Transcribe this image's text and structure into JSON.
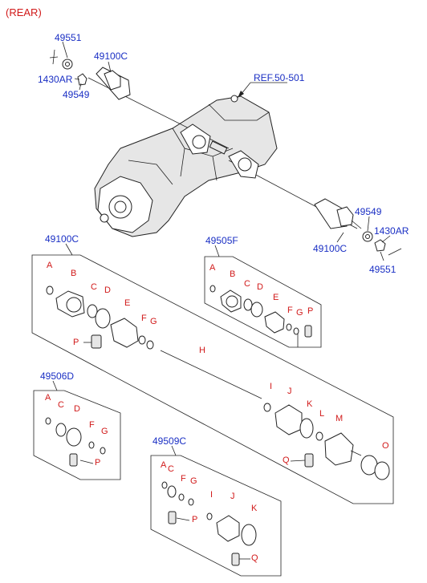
{
  "title": "(REAR)",
  "ref_label": "REF.50-501",
  "assembly_labels": {
    "top_left": {
      "bolt": "49551",
      "washer": "1430AR",
      "nut": "49549",
      "shaft": "49100C"
    },
    "top_right": {
      "nut": "49549",
      "washer": "1430AR",
      "bolt": "49551",
      "shaft": "49100C"
    },
    "panel_main": "49100C",
    "panel_kit_f": "49505F",
    "panel_kit_d": "49506D",
    "panel_kit_c": "49509C"
  },
  "part_letters": {
    "main": [
      "A",
      "B",
      "C",
      "D",
      "E",
      "F",
      "G",
      "P",
      "H",
      "I",
      "J",
      "K",
      "L",
      "M",
      "Q",
      "O"
    ],
    "kit_f": [
      "A",
      "B",
      "C",
      "D",
      "E",
      "F",
      "G",
      "P"
    ],
    "kit_d": [
      "A",
      "C",
      "D",
      "F",
      "G",
      "P"
    ],
    "kit_c": [
      "A",
      "C",
      "F",
      "G",
      "P",
      "I",
      "J",
      "K",
      "Q"
    ]
  },
  "colors": {
    "part_number": "#1a2fc4",
    "letter": "#d11a1a",
    "title": "#d11a1a"
  }
}
